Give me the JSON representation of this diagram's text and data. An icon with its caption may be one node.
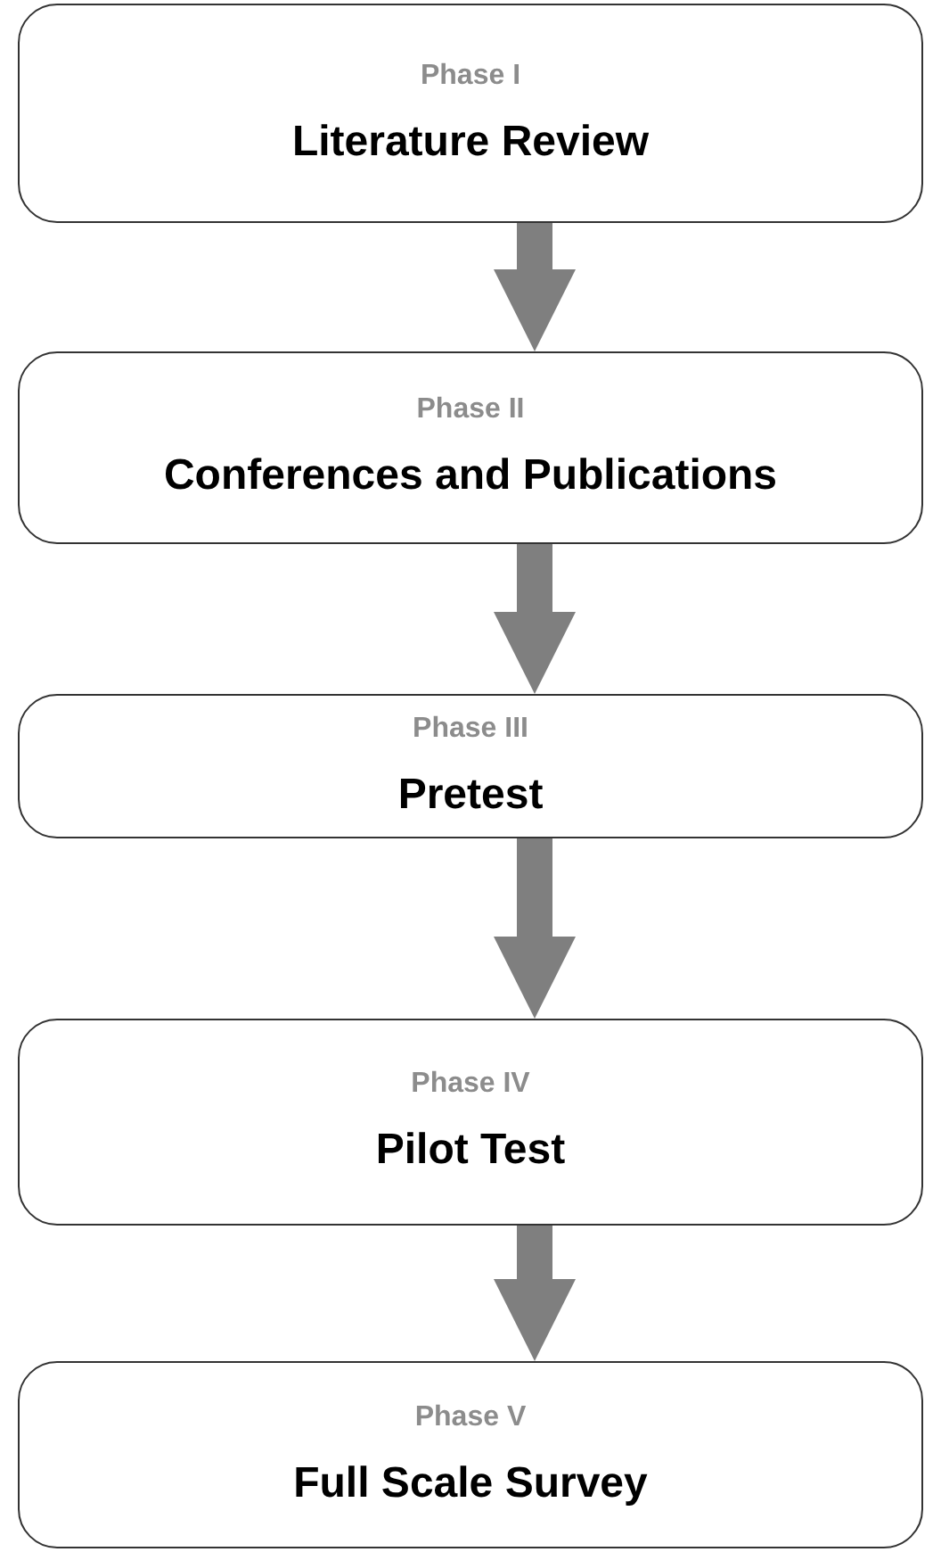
{
  "diagram": {
    "nodes": [
      {
        "text": [
          "Phase I",
          "Literature Review"
        ]
      },
      {
        "text": [
          "Phase II",
          "Conferences and Publications"
        ]
      },
      {
        "text": [
          "Phase III",
          "Pretest"
        ]
      },
      {
        "text": [
          "Phase IV",
          "Pilot Test"
        ]
      },
      {
        "text": [
          "Phase V",
          "Full Scale Survey"
        ]
      }
    ],
    "edges": [
      {
        "from": 0,
        "to": 1,
        "arrow": "to"
      },
      {
        "from": 1,
        "to": 2,
        "arrow": "to"
      },
      {
        "from": 2,
        "to": 3,
        "arrow": "to"
      },
      {
        "from": 3,
        "to": 4,
        "arrow": "to"
      }
    ]
  }
}
